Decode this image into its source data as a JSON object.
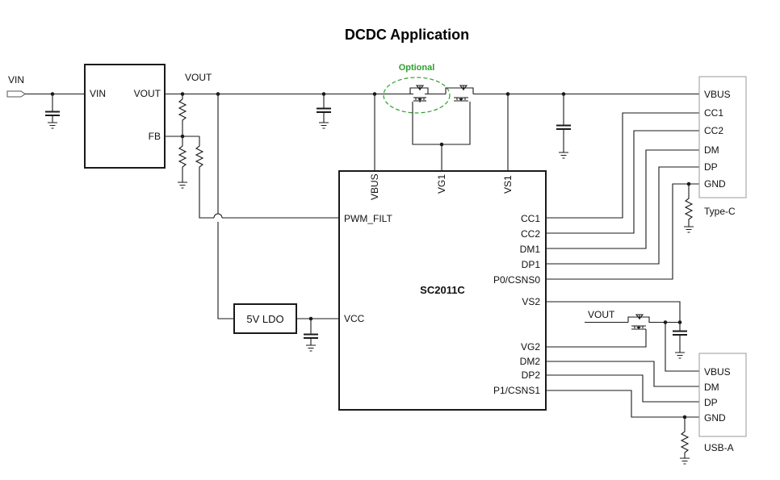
{
  "title": "DCDC Application",
  "optional_label": "Optional",
  "input": {
    "label": "VIN"
  },
  "dcdc": {
    "pin_vin": "VIN",
    "pin_vout": "VOUT",
    "pin_fb": "FB"
  },
  "rail_label": "VOUT",
  "ldo": {
    "label": "5V LDO"
  },
  "ic": {
    "name": "SC2011C",
    "top_pins": [
      "VBUS",
      "VG1",
      "VS1"
    ],
    "left_pins": [
      "PWM_FILT",
      "VCC"
    ],
    "right_pins": [
      "CC1",
      "CC2",
      "DM1",
      "DP1",
      "P0/CSNS0",
      "VS2",
      "VG2",
      "DM2",
      "DP2",
      "P1/CSNS1"
    ]
  },
  "vout_label_2": "VOUT",
  "type_c": {
    "name": "Type-C",
    "pins": [
      "VBUS",
      "CC1",
      "CC2",
      "DM",
      "DP",
      "GND"
    ]
  },
  "usb_a": {
    "name": "USB-A",
    "pins": [
      "VBUS",
      "DM",
      "DP",
      "GND"
    ]
  },
  "colors": {
    "wire": "#1a1a1a",
    "connector_outline": "#9a9a9a",
    "optional_accent": "#2e9e2e"
  }
}
